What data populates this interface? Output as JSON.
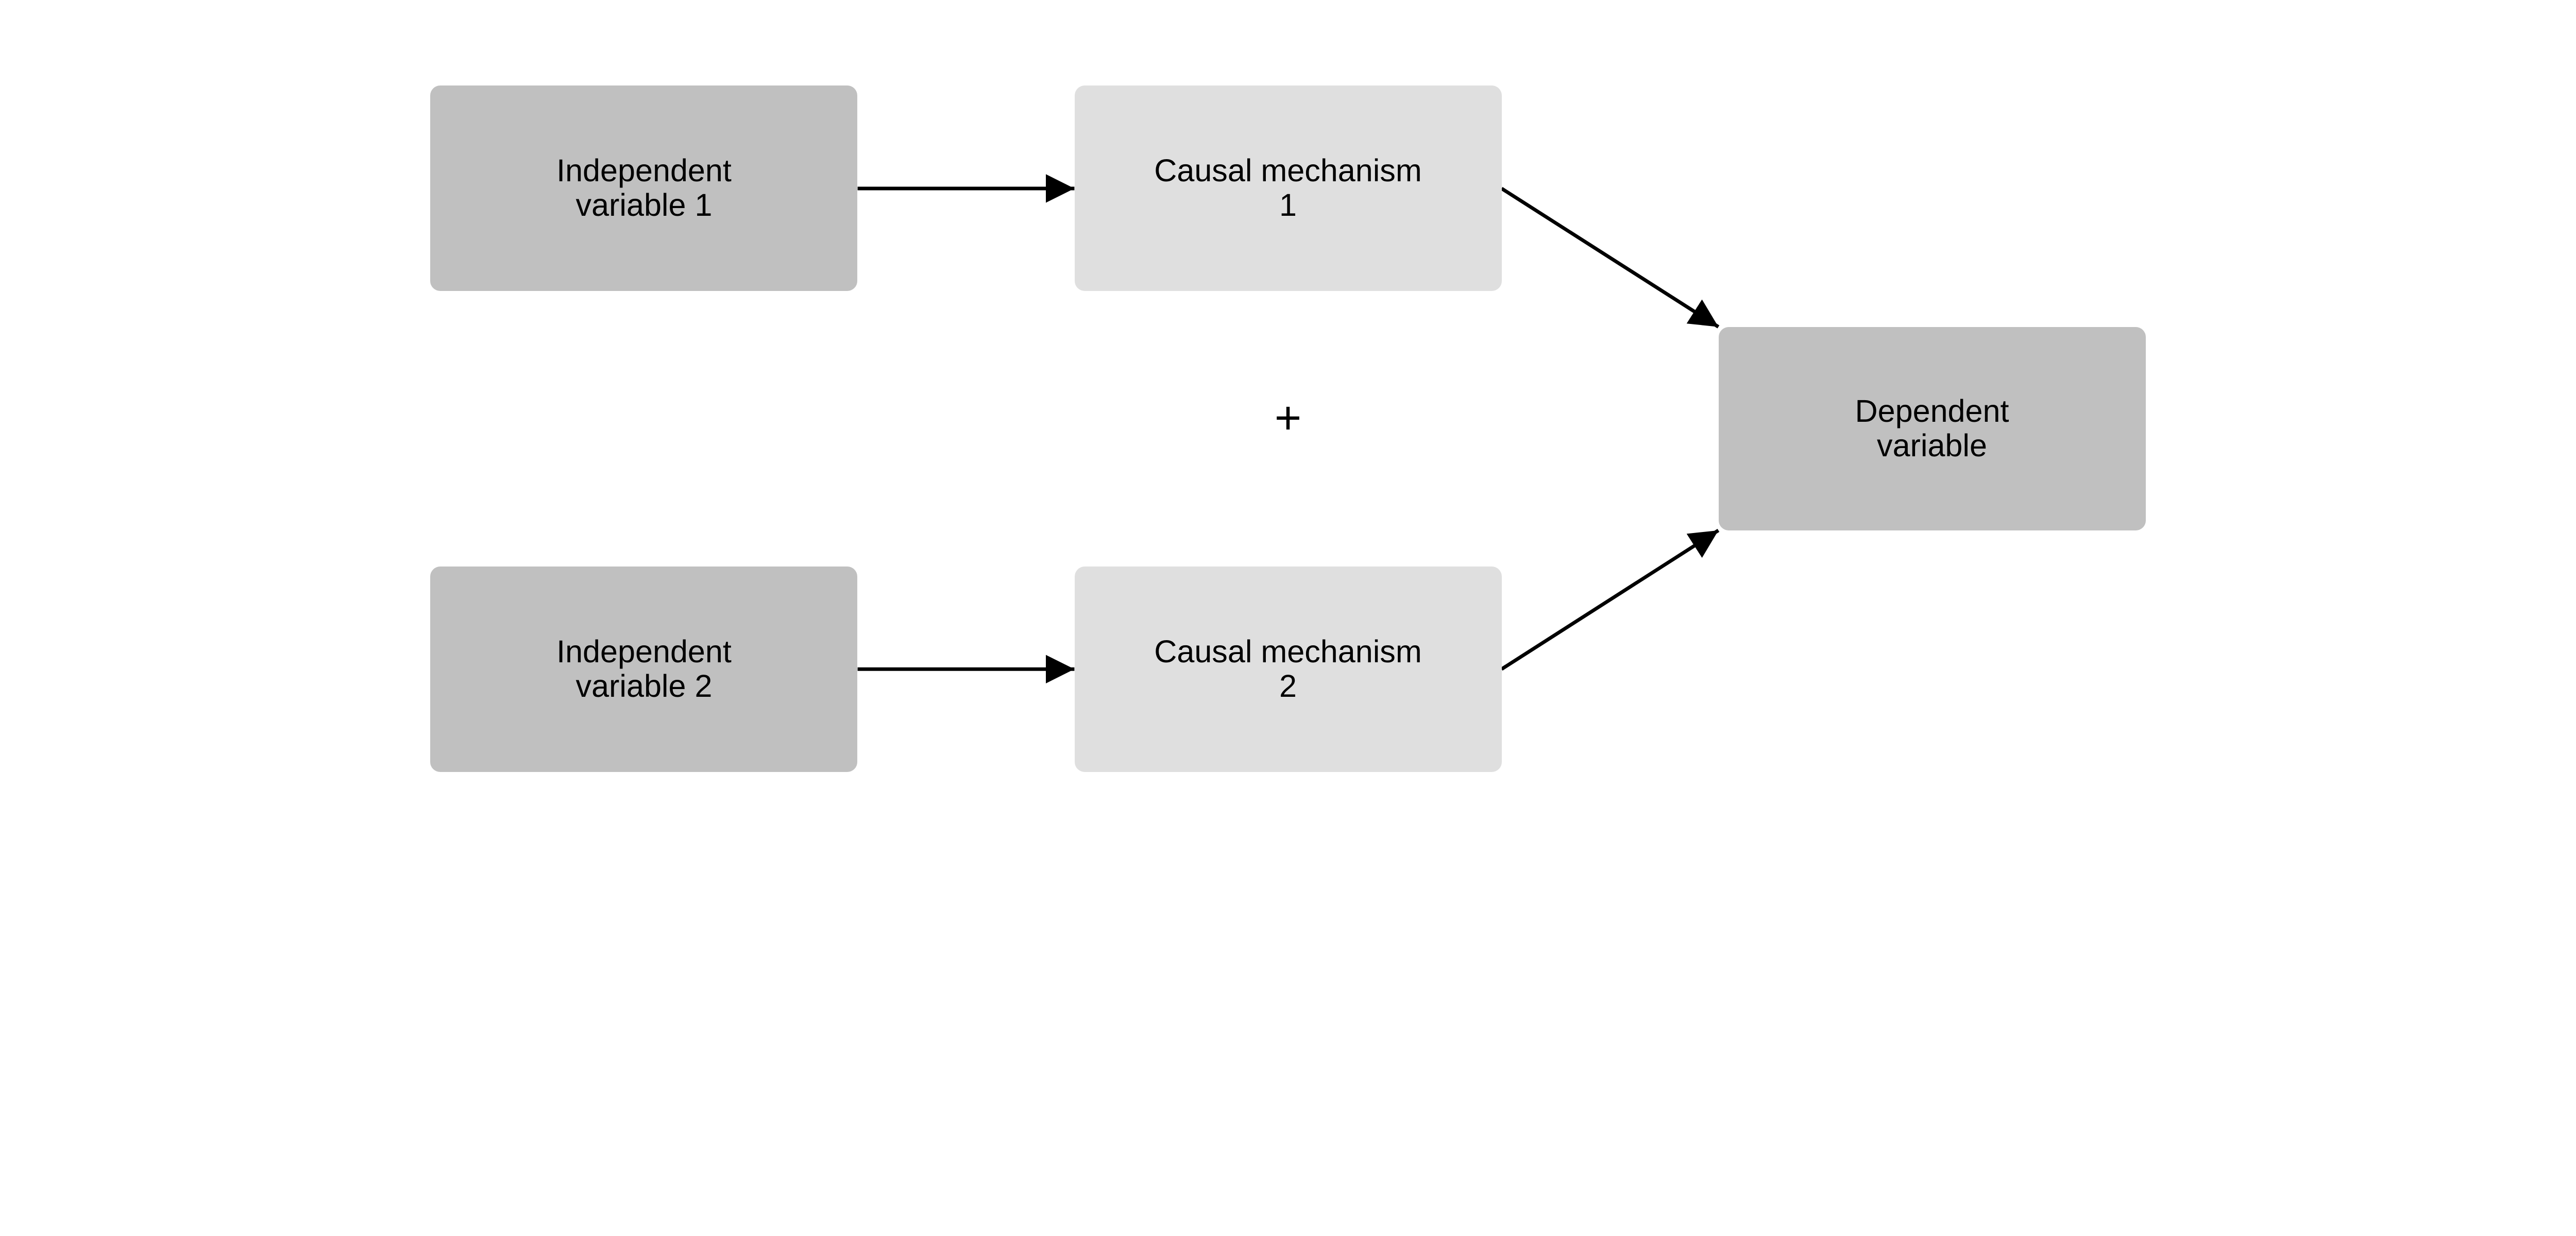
{
  "colors": {
    "dark_box": "#c0c0c0",
    "light_box": "#dfdfdf",
    "arrow": "#000000"
  },
  "nodes": {
    "iv1": {
      "line1": "Independent",
      "line2": "variable 1"
    },
    "cm1": {
      "line1": "Causal mechanism",
      "line2": "1"
    },
    "iv2": {
      "line1": "Independent",
      "line2": "variable 2"
    },
    "cm2": {
      "line1": "Causal mechanism",
      "line2": "2"
    },
    "dv": {
      "line1": "Dependent",
      "line2": "variable"
    }
  },
  "operator": "+",
  "edges": [
    {
      "from": "iv1",
      "to": "cm1"
    },
    {
      "from": "iv2",
      "to": "cm2"
    },
    {
      "from": "cm1",
      "to": "dv"
    },
    {
      "from": "cm2",
      "to": "dv"
    }
  ]
}
